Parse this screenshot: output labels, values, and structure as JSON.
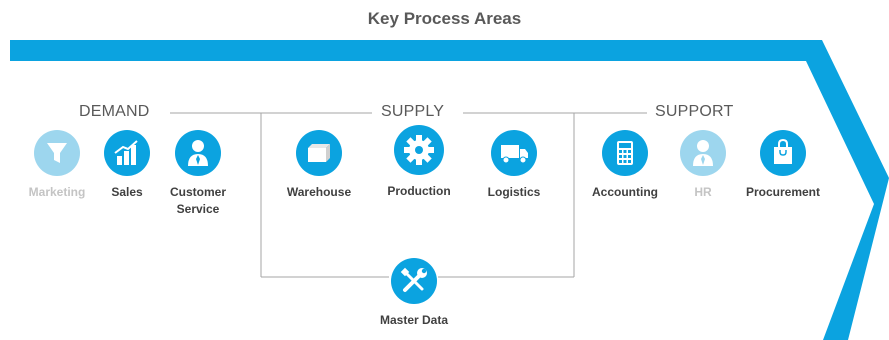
{
  "title": "Key Process Areas",
  "colors": {
    "accent": "#0ba3e0",
    "faded": "#9dd6ee",
    "dark_text": "#404040",
    "faded_text": "#c4c4c4"
  },
  "sections": {
    "demand": "DEMAND",
    "supply": "SUPPLY",
    "support": "SUPPORT"
  },
  "nodes": {
    "marketing": {
      "label": "Marketing",
      "icon": "funnel-icon",
      "faded": true
    },
    "sales": {
      "label": "Sales",
      "icon": "bar-chart-icon",
      "faded": false
    },
    "customer_service": {
      "label": "Customer\nService",
      "icon": "person-tie-icon",
      "faded": false
    },
    "warehouse": {
      "label": "Warehouse",
      "icon": "box-icon",
      "faded": false
    },
    "production": {
      "label": "Production",
      "icon": "gear-icon",
      "faded": false
    },
    "logistics": {
      "label": "Logistics",
      "icon": "truck-icon",
      "faded": false
    },
    "accounting": {
      "label": "Accounting",
      "icon": "calculator-icon",
      "faded": false
    },
    "hr": {
      "label": "HR",
      "icon": "person-tie-icon",
      "faded": true
    },
    "procurement": {
      "label": "Procurement",
      "icon": "shopping-bag-icon",
      "faded": false
    },
    "master_data": {
      "label": "Master Data",
      "icon": "tools-icon",
      "faded": false
    }
  }
}
